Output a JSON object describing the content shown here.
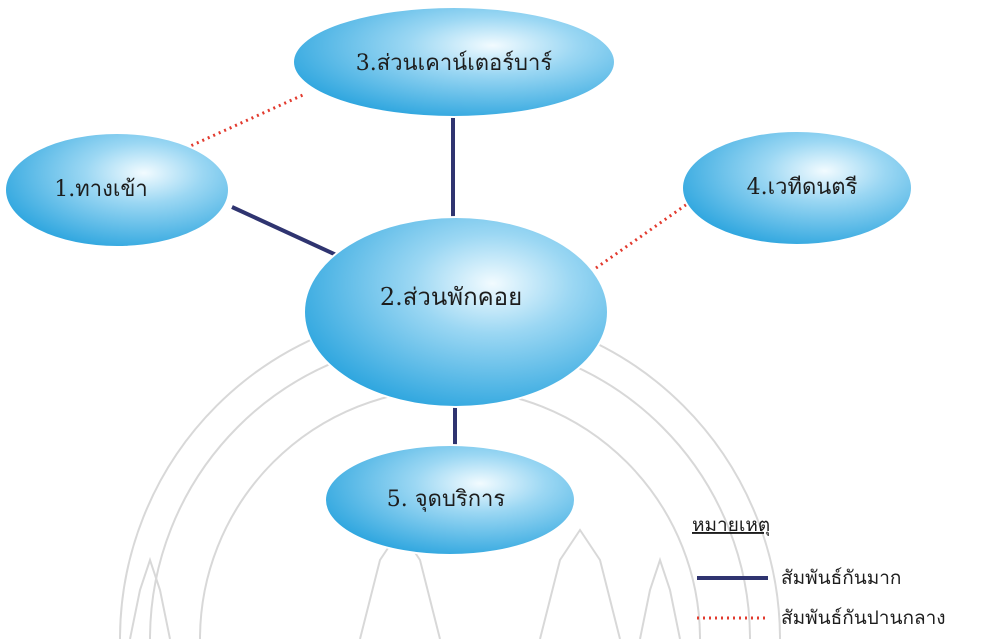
{
  "nodes": {
    "entrance": "1.ทางเข้า",
    "lounge": "2.ส่วนพักคอย",
    "counter_bar": "3.ส่วนเคาน์เตอร์บาร์",
    "music_stage": "4.เวทีดนตรี",
    "service_point": "5. จุดบริการ"
  },
  "legend": {
    "title": "หมายเหตุ",
    "strong_label": "สัมพันธ์กันมาก",
    "medium_label": "สัมพันธ์กันปานกลาง"
  },
  "colors": {
    "strong_line": "#2f3470",
    "medium_line": "#e23a2e",
    "node_fill_light": "#eaf7fd",
    "node_fill_dark": "#29a6e0",
    "watermark": "#c9c9c9"
  }
}
